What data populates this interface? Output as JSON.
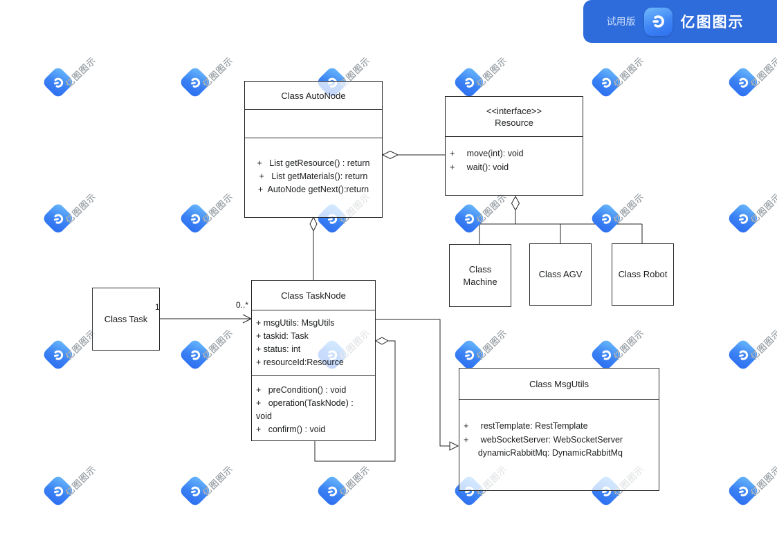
{
  "banner": {
    "trial_label": "试用版",
    "app_name": "亿图图示"
  },
  "watermark": {
    "text": "亿图图示"
  },
  "diagram": {
    "autonode": {
      "title": "Class AutoNode",
      "methods": [
        "+   List getResource() : return",
        "+   List getMaterials(): return",
        "+  AutoNode getNext():return"
      ]
    },
    "resource": {
      "stereotype": "<<interface>>",
      "title": "Resource",
      "methods": [
        "+     move(int): void",
        "+     wait(): void"
      ]
    },
    "machine": {
      "title": "Class Machine"
    },
    "agv": {
      "title": "Class AGV"
    },
    "robot": {
      "title": "Class Robot"
    },
    "task": {
      "title": "Class Task"
    },
    "tasknode": {
      "title": "Class TaskNode",
      "attributes": [
        "+ msgUtils: MsgUtils",
        "+ taskid: Task",
        "+ status: int",
        "+ resourceId:Resource"
      ],
      "methods": [
        "+   preCondition() : void",
        "+   operation(TaskNode) :\nvoid",
        "+   confirm() : void"
      ]
    },
    "msgutils": {
      "title": "Class MsgUtils",
      "members": [
        "+     restTemplate: RestTemplate",
        "+     webSocketServer: WebSocketServer",
        "      dynamicRabbitMq: DynamicRabbitMq"
      ]
    },
    "labels": {
      "task_end": "1",
      "tasknode_end": "0..*"
    }
  }
}
